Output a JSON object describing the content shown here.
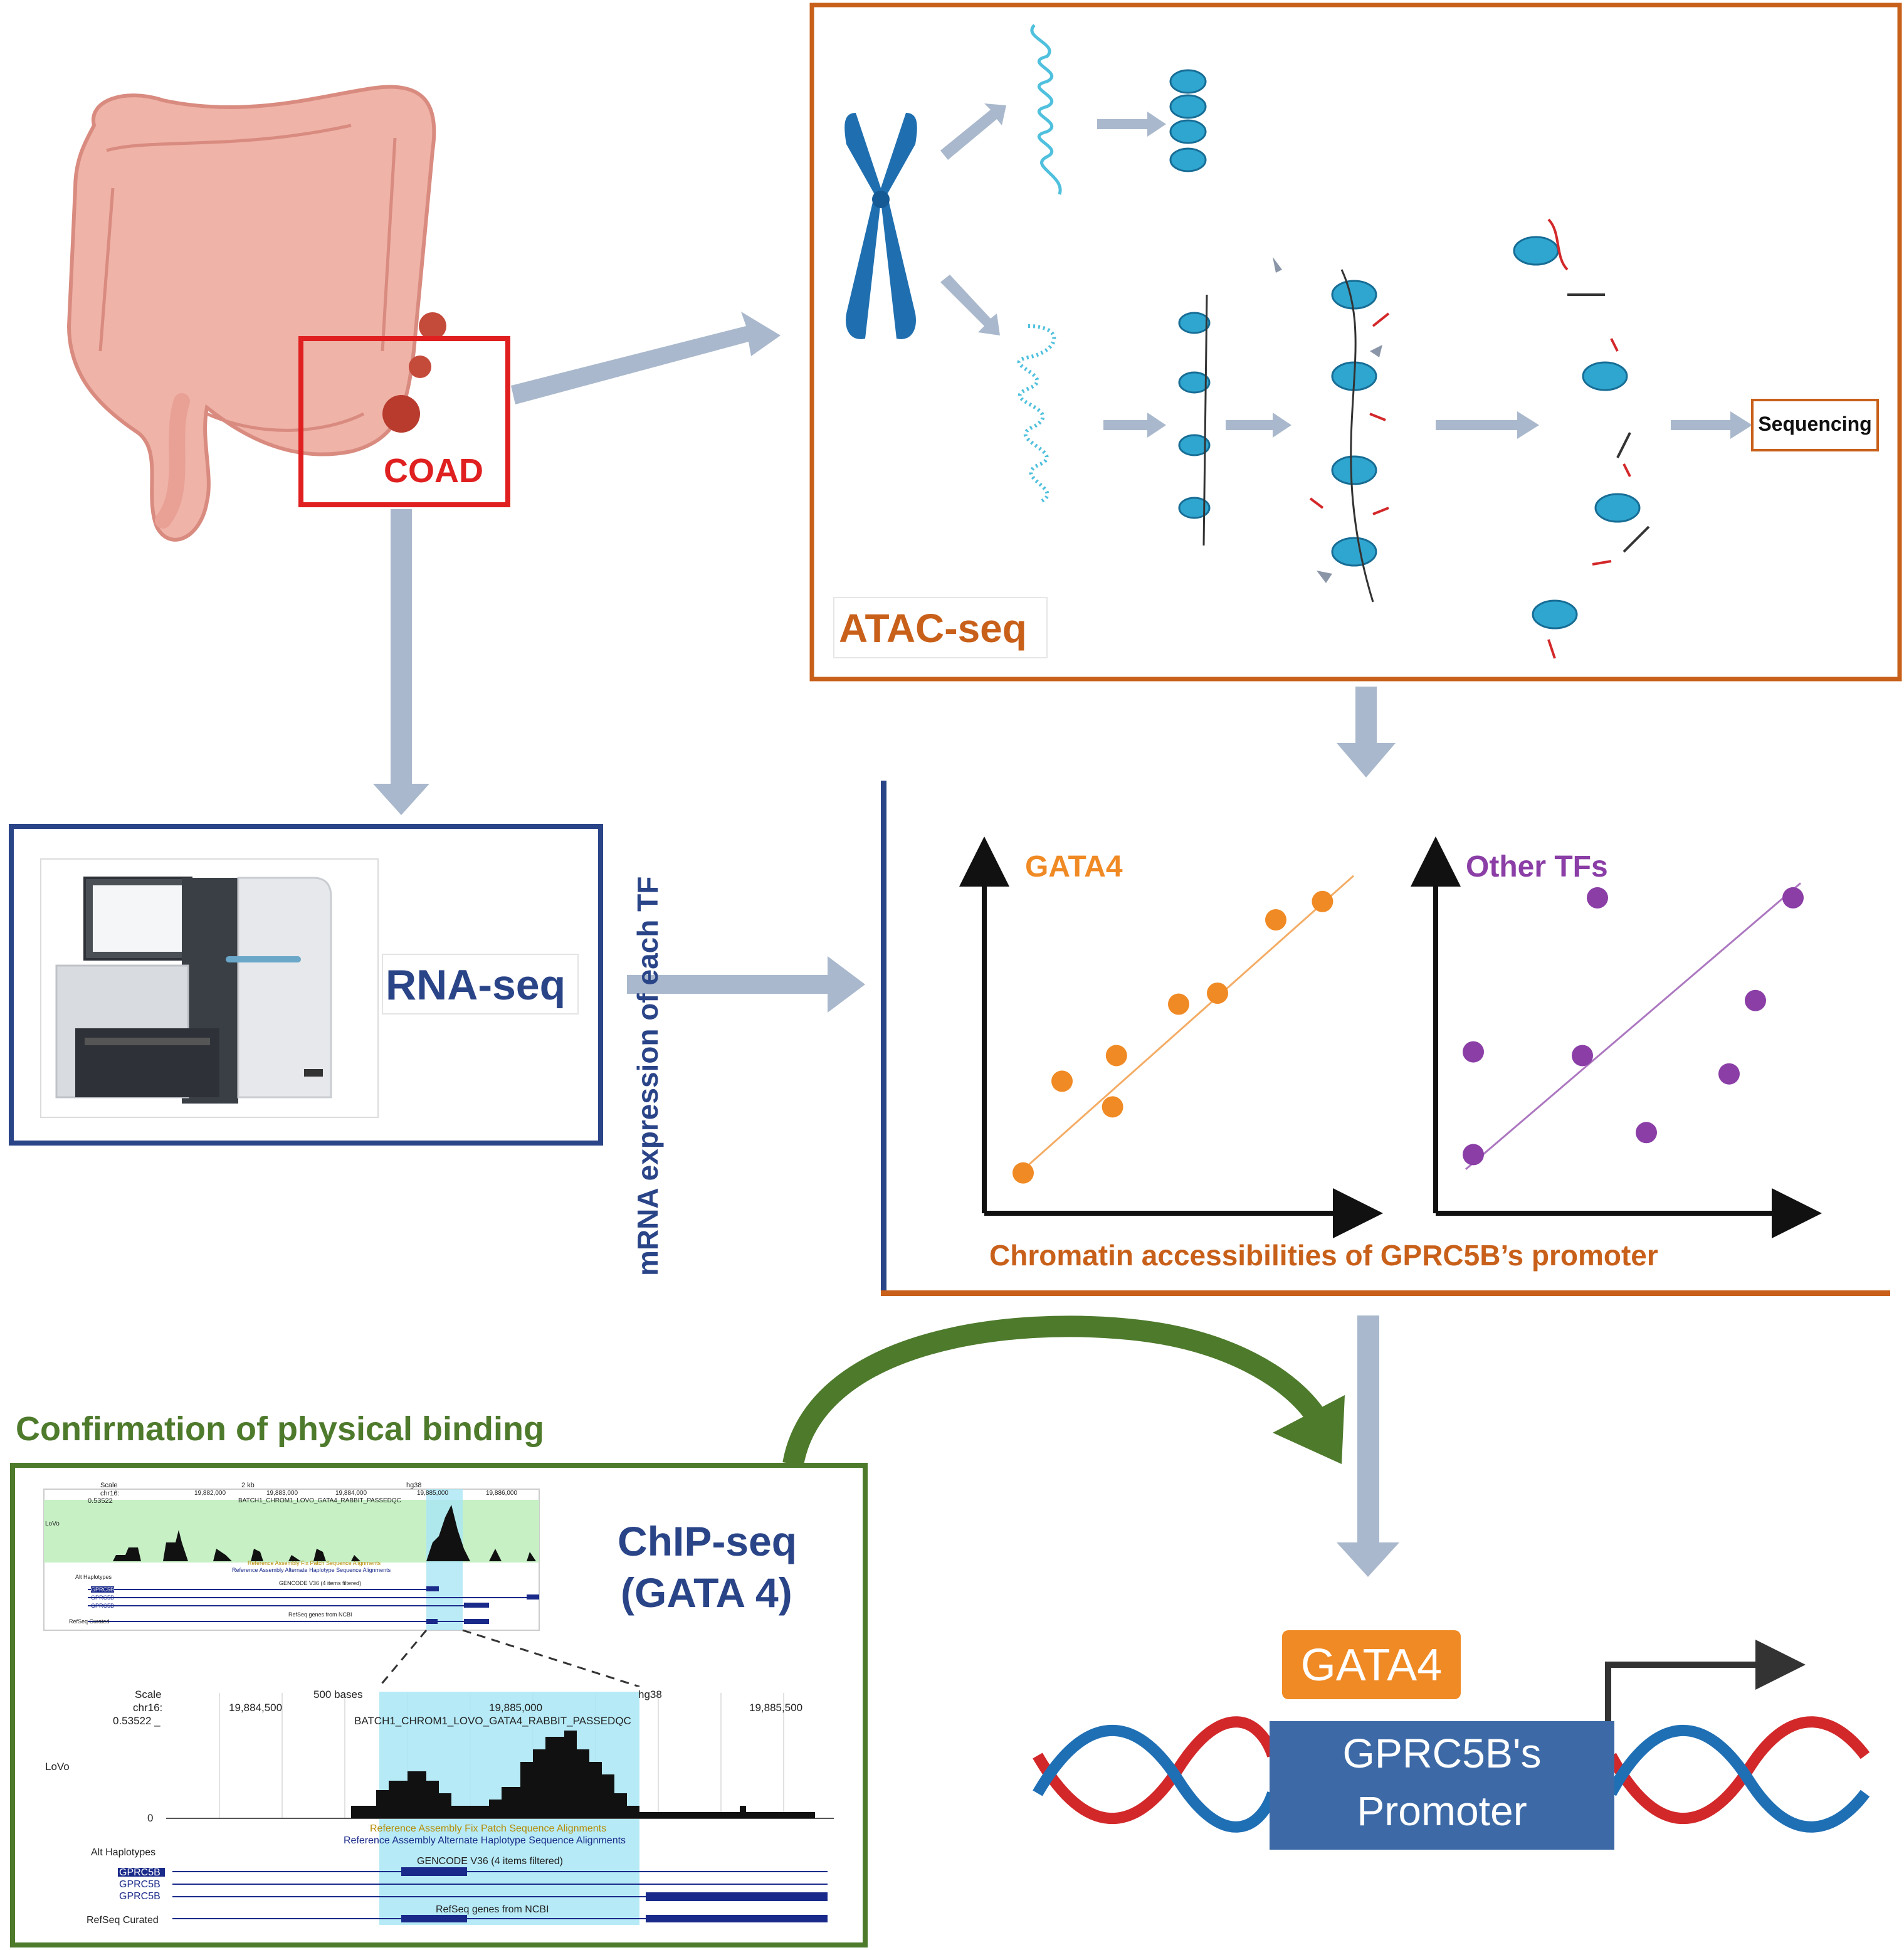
{
  "labels": {
    "coad": "COAD",
    "atac": "ATAC-seq",
    "sequencing": "Sequencing",
    "rnaseq": "RNA-seq",
    "chip_line1": "ChIP-seq",
    "chip_line2": "(GATA 4)",
    "confirmation": "Confirmation of physical binding",
    "gata4_box": "GATA4",
    "promoter_line1": "GPRC5B's",
    "promoter_line2": "Promoter"
  },
  "colors": {
    "orange_frame": "#c8601a",
    "blue_frame": "#2a4488",
    "green_frame": "#4e7a2c",
    "red_frame": "#e02020",
    "arrow": "#a9b8cc",
    "gata4": "#f08a24",
    "other": "#8a3ea6",
    "promoter_box": "#3d6aa6",
    "dna_red": "#d3282a",
    "dna_blue": "#1f6fb5",
    "peak_highlight": "#a9e6f5"
  },
  "chart_data": {
    "type": "scatter",
    "ylabel": "mRNA expression of each TF",
    "xlabel": "Chromatin accessibilities of GPRC5B’s promoter",
    "panels": [
      {
        "name": "GATA4",
        "points": [
          [
            0.1,
            0.11
          ],
          [
            0.2,
            0.36
          ],
          [
            0.34,
            0.43
          ],
          [
            0.33,
            0.29
          ],
          [
            0.5,
            0.57
          ],
          [
            0.6,
            0.6
          ],
          [
            0.75,
            0.8
          ],
          [
            0.87,
            0.85
          ]
        ],
        "fit": [
          [
            0.08,
            0.1
          ],
          [
            0.95,
            0.92
          ]
        ]
      },
      {
        "name": "Other TFs",
        "points": [
          [
            0.1,
            0.16
          ],
          [
            0.1,
            0.44
          ],
          [
            0.43,
            0.86
          ],
          [
            0.39,
            0.43
          ],
          [
            0.56,
            0.22
          ],
          [
            0.78,
            0.38
          ],
          [
            0.85,
            0.58
          ],
          [
            0.95,
            0.86
          ]
        ],
        "fit": [
          [
            0.08,
            0.12
          ],
          [
            0.97,
            0.9
          ]
        ]
      }
    ]
  },
  "ucsc_overview": {
    "scale": "Scale",
    "chr": "chr16:",
    "value": "0.53522",
    "span": "2 kb",
    "assembly": "hg38",
    "ticks": [
      "19,882,000",
      "19,883,000",
      "19,884,000",
      "19,885,000",
      "19,886,000"
    ],
    "track": "BATCH1_CHROM1_LOVO_GATA4_RABBIT_PASSEDQC",
    "track_label": "LoVo",
    "fix_patch": "Reference Assembly Fix Patch Sequence Alignments",
    "alt_align": "Reference Assembly Alternate Haplotype Sequence Alignments",
    "alt_haplo": "Alt Haplotypes",
    "gencode": "GENCODE V36 (4 items filtered)",
    "genes": [
      "GPRC5B",
      "GPRC5B",
      "GPRC5B"
    ],
    "refseq_genes": "RefSeq genes from NCBI",
    "refseq": "RefSeq Curated"
  },
  "ucsc_zoom": {
    "scale": "Scale",
    "chr": "chr16:",
    "value": "0.53522 _",
    "span": "500 bases",
    "assembly": "hg38",
    "ticks": [
      "19,884,500",
      "19,885,000",
      "19,885,500"
    ],
    "track": "BATCH1_CHROM1_LOVO_GATA4_RABBIT_PASSEDQC",
    "track_label": "LoVo",
    "zero": "0",
    "fix_patch": "Reference Assembly Fix Patch Sequence Alignments",
    "alt_align": "Reference Assembly Alternate Haplotype Sequence Alignments",
    "alt_haplo": "Alt Haplotypes",
    "gencode": "GENCODE V36 (4 items filtered)",
    "genes": [
      "GPRC5B",
      "GPRC5B",
      "GPRC5B"
    ],
    "refseq_genes": "RefSeq genes from NCBI",
    "refseq": "RefSeq Curated"
  }
}
